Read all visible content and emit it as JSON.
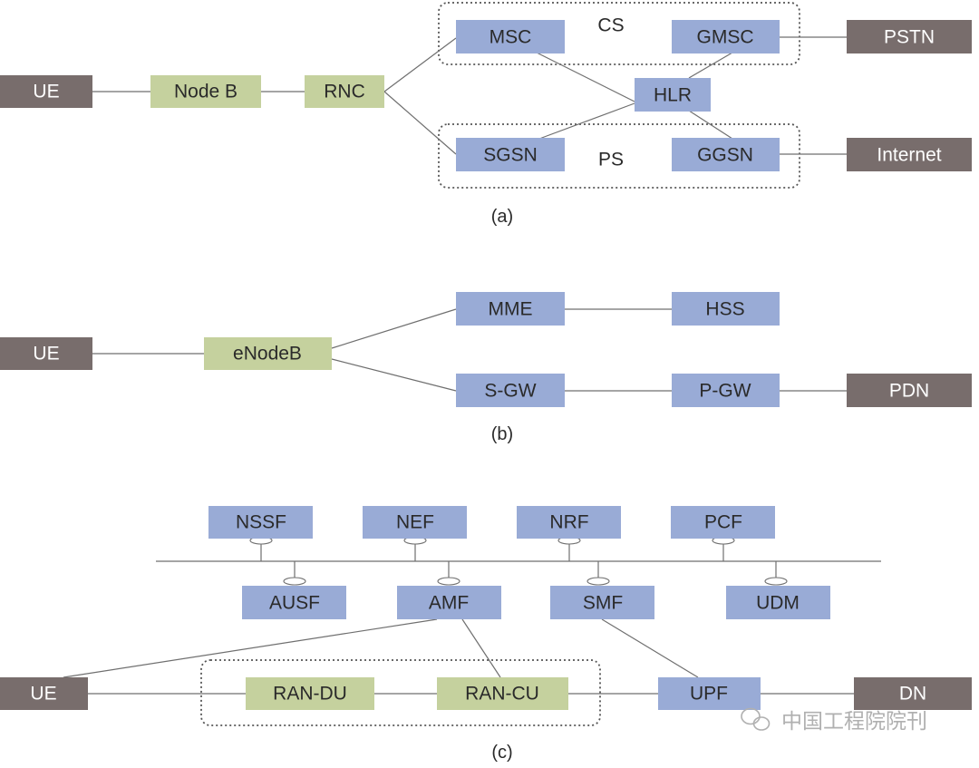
{
  "colors": {
    "grey_box": "#786d6c",
    "green_box": "#c5d19e",
    "blue_box": "#99abd6",
    "line": "#6f6f6f",
    "dotted": "#555555",
    "dark_text": "#2a2a2a",
    "light_text": "#ffffff"
  },
  "diagrams": {
    "a": {
      "caption": "(a)",
      "groups": {
        "cs": "CS",
        "ps": "PS"
      },
      "nodes": {
        "ue": "UE",
        "nodeb": "Node B",
        "rnc": "RNC",
        "msc": "MSC",
        "gmsc": "GMSC",
        "pstn": "PSTN",
        "hlr": "HLR",
        "sgsn": "SGSN",
        "ggsn": "GGSN",
        "internet": "Internet"
      }
    },
    "b": {
      "caption": "(b)",
      "nodes": {
        "ue": "UE",
        "enodeb": "eNodeB",
        "mme": "MME",
        "hss": "HSS",
        "sgw": "S-GW",
        "pgw": "P-GW",
        "pdn": "PDN"
      }
    },
    "c": {
      "caption": "(c)",
      "nodes": {
        "nssf": "NSSF",
        "nef": "NEF",
        "nrf": "NRF",
        "pcf": "PCF",
        "ausf": "AUSF",
        "amf": "AMF",
        "smf": "SMF",
        "udm": "UDM",
        "ue": "UE",
        "randu": "RAN-DU",
        "rancu": "RAN-CU",
        "upf": "UPF",
        "dn": "DN"
      }
    }
  },
  "watermark": {
    "text": "中国工程院院刊"
  }
}
